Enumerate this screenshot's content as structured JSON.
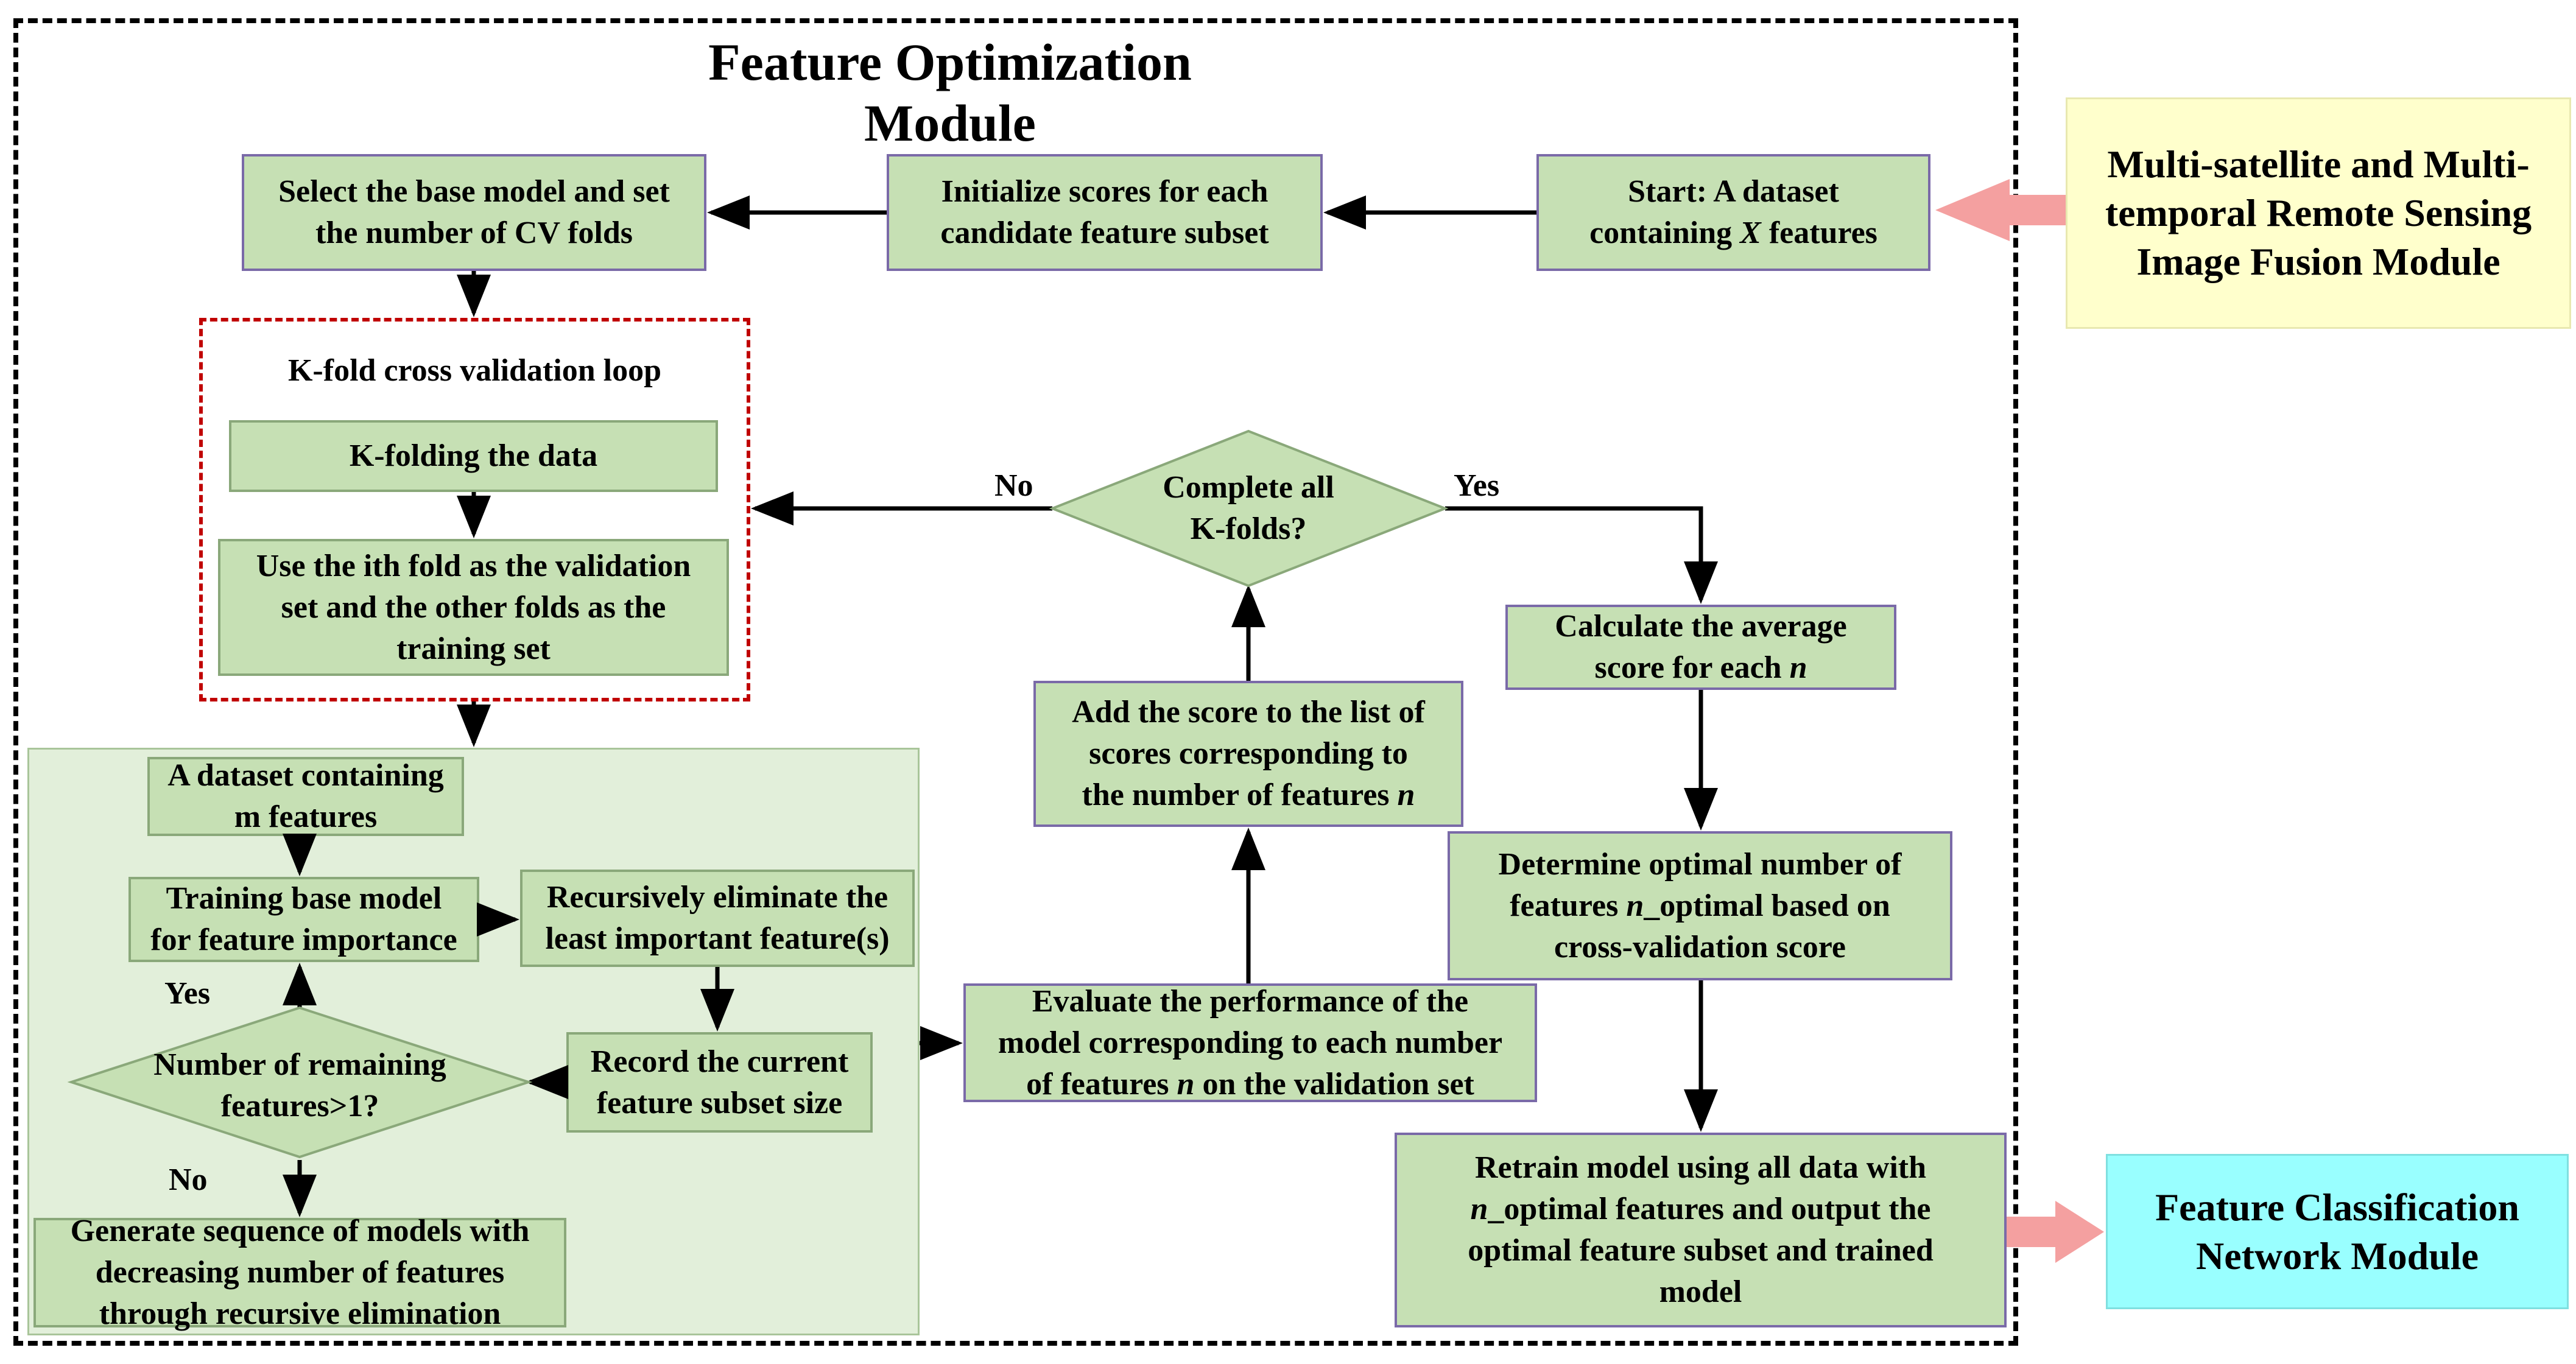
{
  "title": "Feature Optimization Module",
  "colors": {
    "box_fill": "#c6e0b4",
    "panel_fill": "#e2efda",
    "loop_border": "#c00000",
    "fusion_fill": "#ffffcc",
    "classification_fill": "#99ffff",
    "big_arrow": "#f4a0a0"
  },
  "nodes": {
    "start": "Start: A dataset\ncontaining X features",
    "start_prefix": "Start: A dataset",
    "start_line2_pre": "containing ",
    "start_var": "X",
    "start_line2_post": " features",
    "init_scores": "Initialize scores for each\ncandidate feature subset",
    "select_model": "Select the base model and set\nthe number of CV folds",
    "kfold_loop_label": "K-fold cross validation loop",
    "kfolding": "K-folding the data",
    "use_fold": "Use the ith fold as the validation\nset and the other folds as the\ntraining set",
    "dataset_m": "A dataset containing\nm features",
    "train_base": "Training base model\nfor feature importance",
    "recursive_elim": "Recursively eliminate the\nleast important feature(s)",
    "record_subset": "Record the current\nfeature subset size",
    "remaining_decision": "Number of remaining\nfeatures>1?",
    "generate_seq": "Generate sequence of models with\ndecreasing number of features\nthrough recursive elimination",
    "evaluate": "Evaluate the performance of the\nmodel corresponding to each number\nof features n on the validation set",
    "add_score": "Add the score to the list of\nscores corresponding to\nthe number of features n",
    "complete_decision": "Complete all\nK-folds?",
    "calc_avg": "Calculate the average\nscore for each n",
    "determine_opt": "Determine optimal number of\nfeatures n_optimal based on\ncross-validation score",
    "retrain": "Retrain model using all data with\nn_optimal features and output the\noptimal feature subset and trained\nmodel"
  },
  "labels": {
    "yes": "Yes",
    "no": "No"
  },
  "external": {
    "fusion_module": "Multi-satellite and Multi-\ntemporal Remote Sensing\nImage Fusion Module",
    "classification_module": "Feature Classification\nNetwork Module"
  }
}
